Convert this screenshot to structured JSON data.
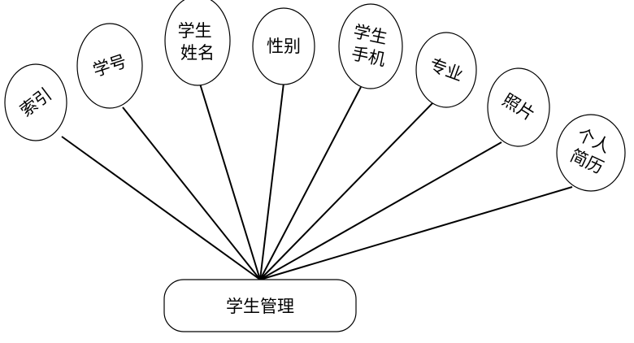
{
  "entity": {
    "name": "学生管理"
  },
  "attributes": [
    {
      "lines": [
        "索引"
      ]
    },
    {
      "lines": [
        "学号"
      ]
    },
    {
      "lines": [
        "学生",
        "姓名"
      ]
    },
    {
      "lines": [
        "性别"
      ]
    },
    {
      "lines": [
        "学生",
        "手机"
      ]
    },
    {
      "lines": [
        "专业"
      ]
    },
    {
      "lines": [
        "照片"
      ]
    },
    {
      "lines": [
        "个人",
        "简历"
      ]
    }
  ]
}
